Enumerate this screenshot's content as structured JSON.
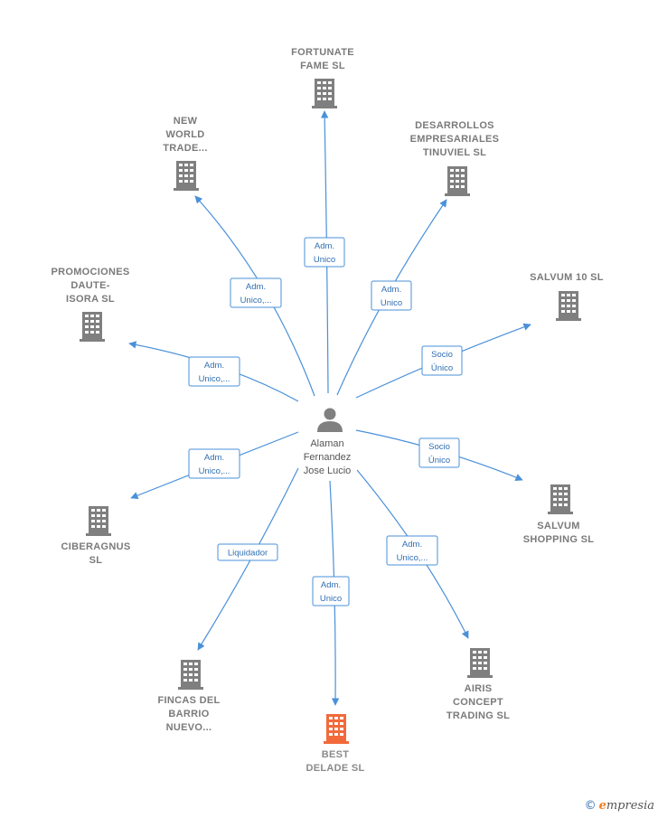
{
  "center": {
    "label_lines": [
      "Alaman",
      "Fernandez",
      "Jose Lucio"
    ],
    "icon": "person-icon"
  },
  "colors": {
    "edge": "#4a90d9",
    "building": "#7f7f7f",
    "building_highlight": "#f26a3b",
    "label": "#7a7a7a"
  },
  "nodes": [
    {
      "id": "fortunate",
      "label_lines": [
        "FORTUNATE",
        "FAME  SL"
      ],
      "icon": "building-icon",
      "highlight": false,
      "relation_lines": [
        "Adm.",
        "Unico"
      ]
    },
    {
      "id": "new-world",
      "label_lines": [
        "NEW",
        "WORLD",
        "TRADE..."
      ],
      "icon": "building-icon",
      "highlight": false,
      "relation_lines": [
        "Adm.",
        "Unico,..."
      ]
    },
    {
      "id": "desarrollos",
      "label_lines": [
        "DESARROLLOS",
        "EMPRESARIALES",
        "TINUVIEL SL"
      ],
      "icon": "building-icon",
      "highlight": false,
      "relation_lines": [
        "Adm.",
        "Unico"
      ]
    },
    {
      "id": "promociones",
      "label_lines": [
        "PROMOCIONES",
        "DAUTE-",
        "ISORA SL"
      ],
      "icon": "building-icon",
      "highlight": false,
      "relation_lines": [
        "Adm.",
        "Unico,..."
      ]
    },
    {
      "id": "salvum10",
      "label_lines": [
        "SALVUM 10  SL"
      ],
      "icon": "building-icon",
      "highlight": false,
      "relation_lines": [
        "Socio",
        "Único"
      ]
    },
    {
      "id": "salvum-shopping",
      "label_lines": [
        "SALVUM",
        "SHOPPING  SL"
      ],
      "icon": "building-icon",
      "highlight": false,
      "relation_lines": [
        "Socio",
        "Único"
      ]
    },
    {
      "id": "ciberagnus",
      "label_lines": [
        "CIBERAGNUS",
        "SL"
      ],
      "icon": "building-icon",
      "highlight": false,
      "relation_lines": [
        "Adm.",
        "Unico,..."
      ]
    },
    {
      "id": "fincas",
      "label_lines": [
        "FINCAS DEL",
        "BARRIO",
        "NUEVO..."
      ],
      "icon": "building-icon",
      "highlight": false,
      "relation_lines": [
        "Liquidador"
      ]
    },
    {
      "id": "best-delade",
      "label_lines": [
        "BEST",
        "DELADE  SL"
      ],
      "icon": "building-icon",
      "highlight": true,
      "relation_lines": [
        "Adm.",
        "Unico"
      ]
    },
    {
      "id": "airis",
      "label_lines": [
        "AIRIS",
        "CONCEPT",
        "TRADING SL"
      ],
      "icon": "building-icon",
      "highlight": false,
      "relation_lines": [
        "Adm.",
        "Unico,..."
      ]
    }
  ],
  "brand": {
    "copyright_symbol": "©",
    "e": "e",
    "rest": "mpresia"
  }
}
